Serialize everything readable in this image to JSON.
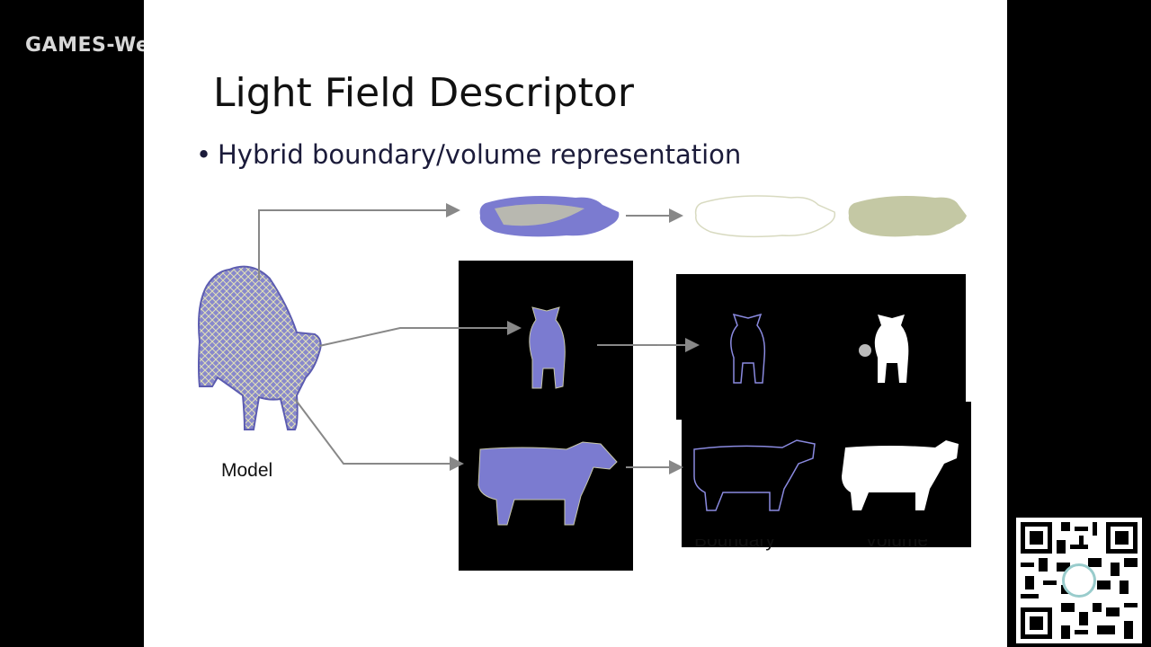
{
  "watermark": {
    "text": "GAMES-Webinar"
  },
  "slide": {
    "title": "Light Field Descriptor",
    "bullet": "Hybrid boundary/volume representation"
  },
  "labels": {
    "model": "Model",
    "boundary": "Boundary",
    "volume": "Volume"
  },
  "colors": {
    "cow_fill": "#7b7bd0",
    "cow_wire": "#cfd0a0",
    "volume_top": "#c4c8a4",
    "panel_bg": "#000000",
    "slide_bg": "#ffffff",
    "arrow": "#888888"
  }
}
